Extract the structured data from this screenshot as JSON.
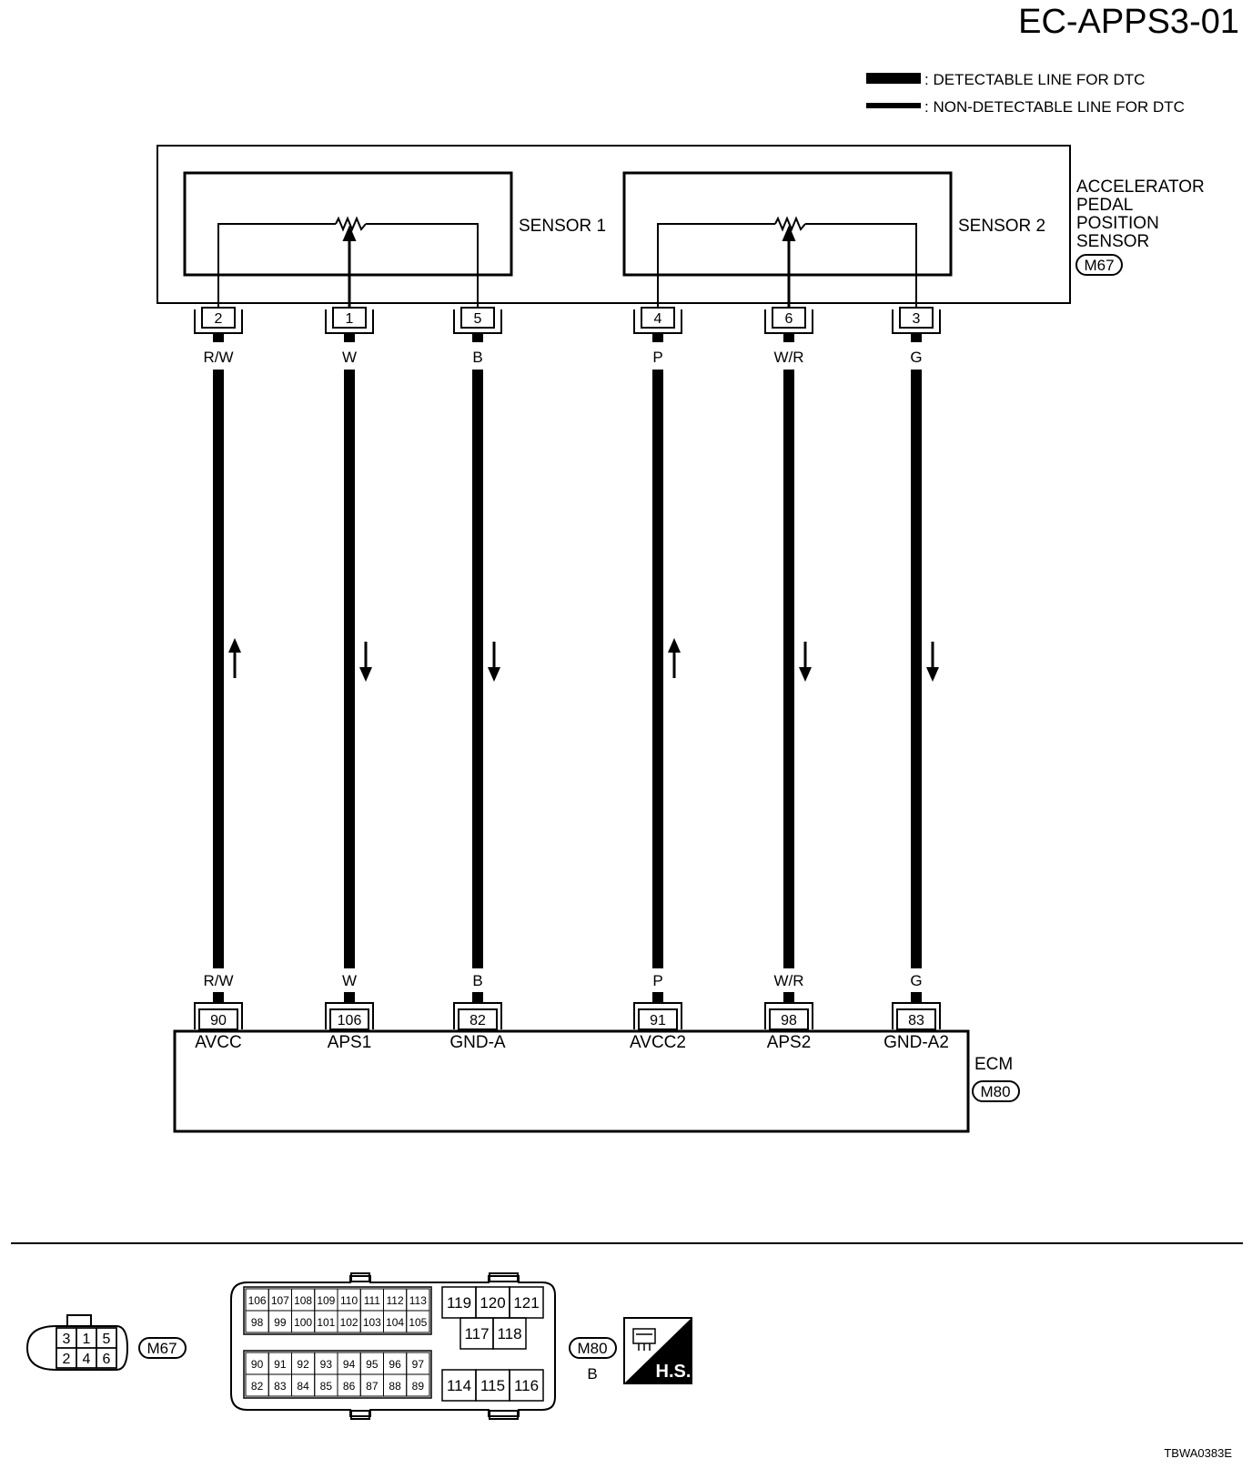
{
  "diagram_id": "EC-APPS3-01",
  "legend": {
    "detectable": ": DETECTABLE LINE FOR DTC",
    "non_detectable": ": NON-DETECTABLE LINE FOR DTC"
  },
  "sensor": {
    "name_lines": [
      "ACCELERATOR",
      "PEDAL",
      "POSITION",
      "SENSOR"
    ],
    "connector": "M67",
    "sensor1_label": "SENSOR 1",
    "sensor2_label": "SENSOR 2"
  },
  "wires": [
    {
      "sensor_pin": "2",
      "color": "R/W",
      "ecm_pin": "90",
      "signal": "AVCC",
      "arrow": "up"
    },
    {
      "sensor_pin": "1",
      "color": "W",
      "ecm_pin": "106",
      "signal": "APS1",
      "arrow": "down"
    },
    {
      "sensor_pin": "5",
      "color": "B",
      "ecm_pin": "82",
      "signal": "GND-A",
      "arrow": "down"
    },
    {
      "sensor_pin": "4",
      "color": "P",
      "ecm_pin": "91",
      "signal": "AVCC2",
      "arrow": "up"
    },
    {
      "sensor_pin": "6",
      "color": "W/R",
      "ecm_pin": "98",
      "signal": "APS2",
      "arrow": "down"
    },
    {
      "sensor_pin": "3",
      "color": "G",
      "ecm_pin": "83",
      "signal": "GND-A2",
      "arrow": "down"
    }
  ],
  "ecm": {
    "name": "ECM",
    "connector": "M80"
  },
  "connector_views": {
    "m67": {
      "label": "M67",
      "top_row": [
        "3",
        "1",
        "5"
      ],
      "bottom_row": [
        "2",
        "4",
        "6"
      ]
    },
    "m80": {
      "label": "M80",
      "color": "B",
      "left_rows": [
        [
          "106",
          "107",
          "108",
          "109",
          "110",
          "111",
          "112",
          "113"
        ],
        [
          "98",
          "99",
          "100",
          "101",
          "102",
          "103",
          "104",
          "105"
        ],
        [
          "90",
          "91",
          "92",
          "93",
          "94",
          "95",
          "96",
          "97"
        ],
        [
          "82",
          "83",
          "84",
          "85",
          "86",
          "87",
          "88",
          "89"
        ]
      ],
      "right_top": [
        "119",
        "120",
        "121"
      ],
      "right_mid": [
        "117",
        "118"
      ],
      "right_bottom": [
        "114",
        "115",
        "116"
      ]
    },
    "hs_label": "H.S."
  },
  "figure_code": "TBWA0383E"
}
